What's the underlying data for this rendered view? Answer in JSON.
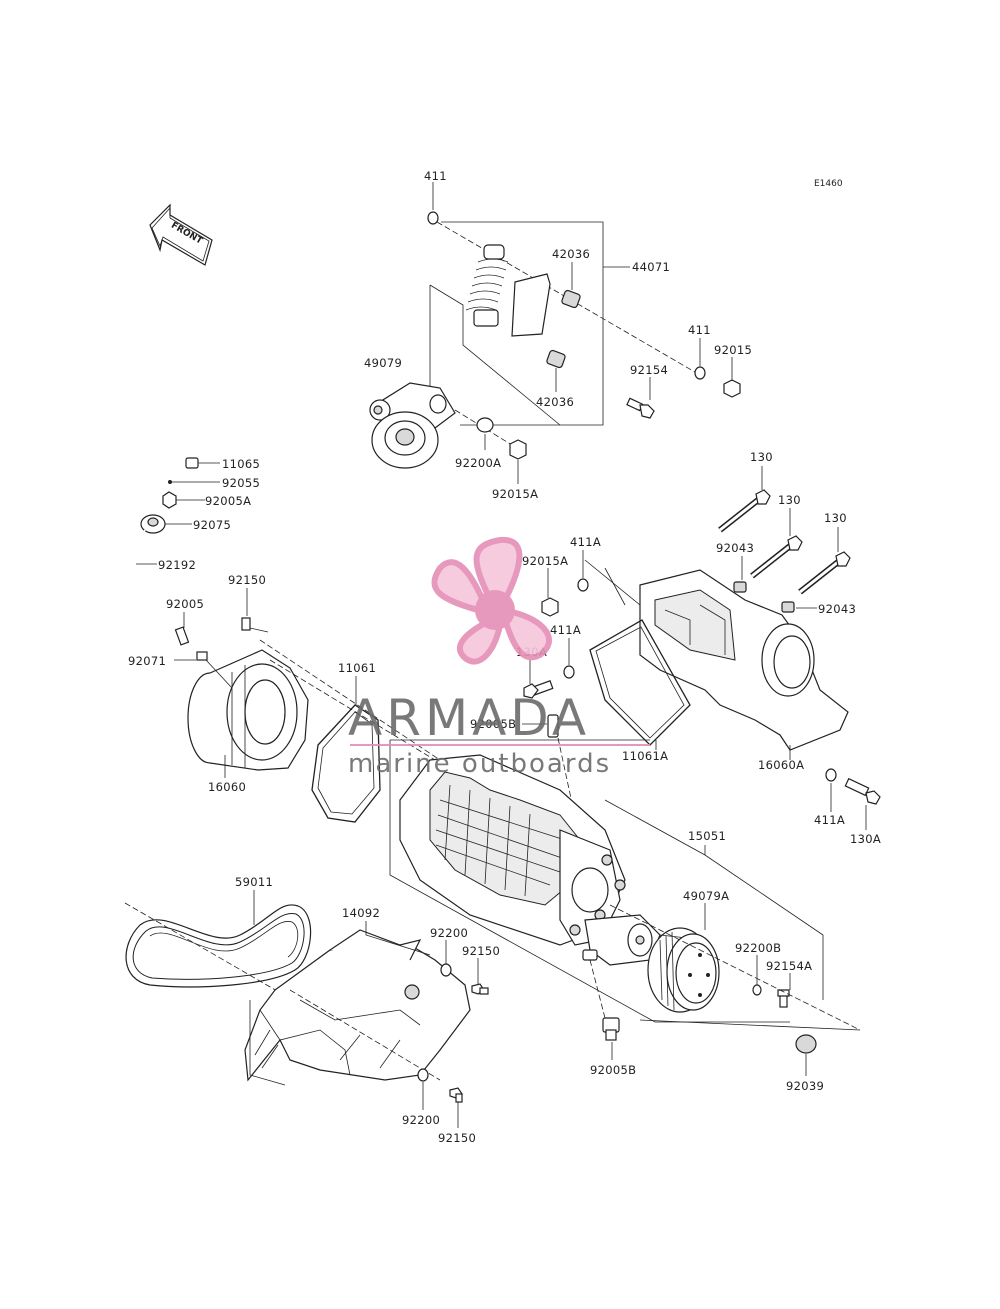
{
  "diagram": {
    "code": "E1460",
    "front_arrow_text": "FRONT"
  },
  "watermark": {
    "brand": "ARMADA",
    "tagline": "marine outboards",
    "logo_colors": {
      "primary": "#e58fb6",
      "light": "#f4c6da",
      "text": "#6b6b6b"
    }
  },
  "labels": {
    "p411_top": "411",
    "p42036_top": "42036",
    "p44071": "44071",
    "p411_right": "411",
    "p92015": "92015",
    "p49079": "49079",
    "p92154": "92154",
    "p42036_bot": "42036",
    "p92200A": "92200A",
    "p92015A_top": "92015A",
    "p11065": "11065",
    "p92055": "92055",
    "p92005A": "92005A",
    "p92075": "92075",
    "p92192": "92192",
    "p92150_left": "92150",
    "p92005": "92005",
    "p92071": "92071",
    "p16060": "16060",
    "p11061": "11061",
    "p130_1": "130",
    "p130_2": "130",
    "p130_3": "130",
    "p92043_1": "92043",
    "p92043_2": "92043",
    "p411A_1": "411A",
    "p92015A_mid": "92015A",
    "p411A_2": "411A",
    "p130A_top": "130A",
    "p92005B_top": "92005B",
    "p11061A": "11061A",
    "p16060A": "16060A",
    "p411A_3": "411A",
    "p130A_right": "130A",
    "p15051": "15051",
    "p59011": "59011",
    "p14092": "14092",
    "p92200_top": "92200",
    "p92150_mid": "92150",
    "p49079A": "49079A",
    "p92200B": "92200B",
    "p92154A": "92154A",
    "p92005B_bot": "92005B",
    "p92039": "92039",
    "p92200_bot": "92200",
    "p92150_bot": "92150"
  }
}
